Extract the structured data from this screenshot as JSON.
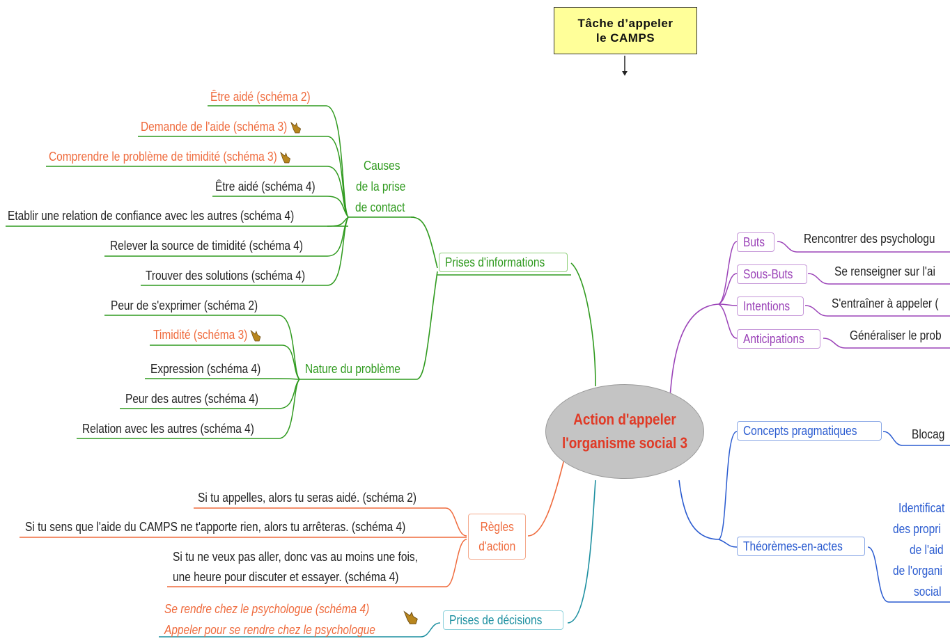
{
  "task_box": {
    "label": "Tâche d’appeler le CAMPS",
    "line1": "Tâche d’appeler",
    "line2": "le CAMPS"
  },
  "center": {
    "line1": "Action d'appeler",
    "line2": "l'organisme social 3"
  },
  "left": {
    "prises_info": {
      "label": "Prises d'informations",
      "causes": {
        "line1": "Causes",
        "line2": "de la prise",
        "line3": "de contact",
        "items": [
          "Être aidé (schéma 2)",
          "Demande de l'aide (schéma 3)",
          "Comprendre le problème de timidité (schéma 3)",
          "Être aidé (schéma 4)",
          "Etablir une relation de confiance avec les autres (schéma 4)",
          "Relever la source de timidité (schéma 4)",
          "Trouver des solutions (schéma 4)"
        ]
      },
      "nature": {
        "label": "Nature du problème",
        "items": [
          "Peur de s'exprimer (schéma 2)",
          "Timidité (schéma 3)",
          "Expression (schéma 4)",
          "Peur des autres (schéma 4)",
          "Relation avec les autres (schéma 4)"
        ]
      }
    },
    "regles": {
      "line1": "Règles",
      "line2": "d'action",
      "items": [
        "Si tu appelles, alors tu seras aidé. (schéma 2)",
        "Si tu sens que l'aide du CAMPS ne t'apporte rien, alors tu arrêteras. (schéma 4)",
        "Si tu ne veux pas aller, donc vas au moins une fois,",
        "une heure pour discuter et essayer. (schéma 4)"
      ]
    },
    "decisions": {
      "label": "Prises de décisions",
      "items": [
        "Se rendre chez le psychologue (schéma 4)",
        "Appeler pour se rendre chez le psychologue"
      ]
    }
  },
  "right": {
    "goals": [
      {
        "label": "Buts",
        "text": "Rencontrer des psychologu"
      },
      {
        "label": "Sous-Buts",
        "text": "Se renseigner sur l'ai"
      },
      {
        "label": "Intentions",
        "text": "S'entraîner à appeler ("
      },
      {
        "label": "Anticipations",
        "text": "Généraliser le prob"
      }
    ],
    "concepts": {
      "label": "Concepts pragmatiques",
      "text": "Blocag"
    },
    "theoremes": {
      "label": "Théorèmes-en-actes",
      "lines": [
        "Identificat",
        "des propri",
        "de l'aid",
        "de l'organi",
        "social"
      ]
    }
  },
  "icons": {
    "thumb": "thumbs-up-icon"
  },
  "colors": {
    "orange": "#ef6a3c",
    "green": "#2f9a1e",
    "purple": "#9b43b8",
    "blue": "#2a5bd0",
    "teal": "#1c8fa0",
    "task_fill": "#ffff99",
    "center_fill": "#c4c4c4"
  }
}
